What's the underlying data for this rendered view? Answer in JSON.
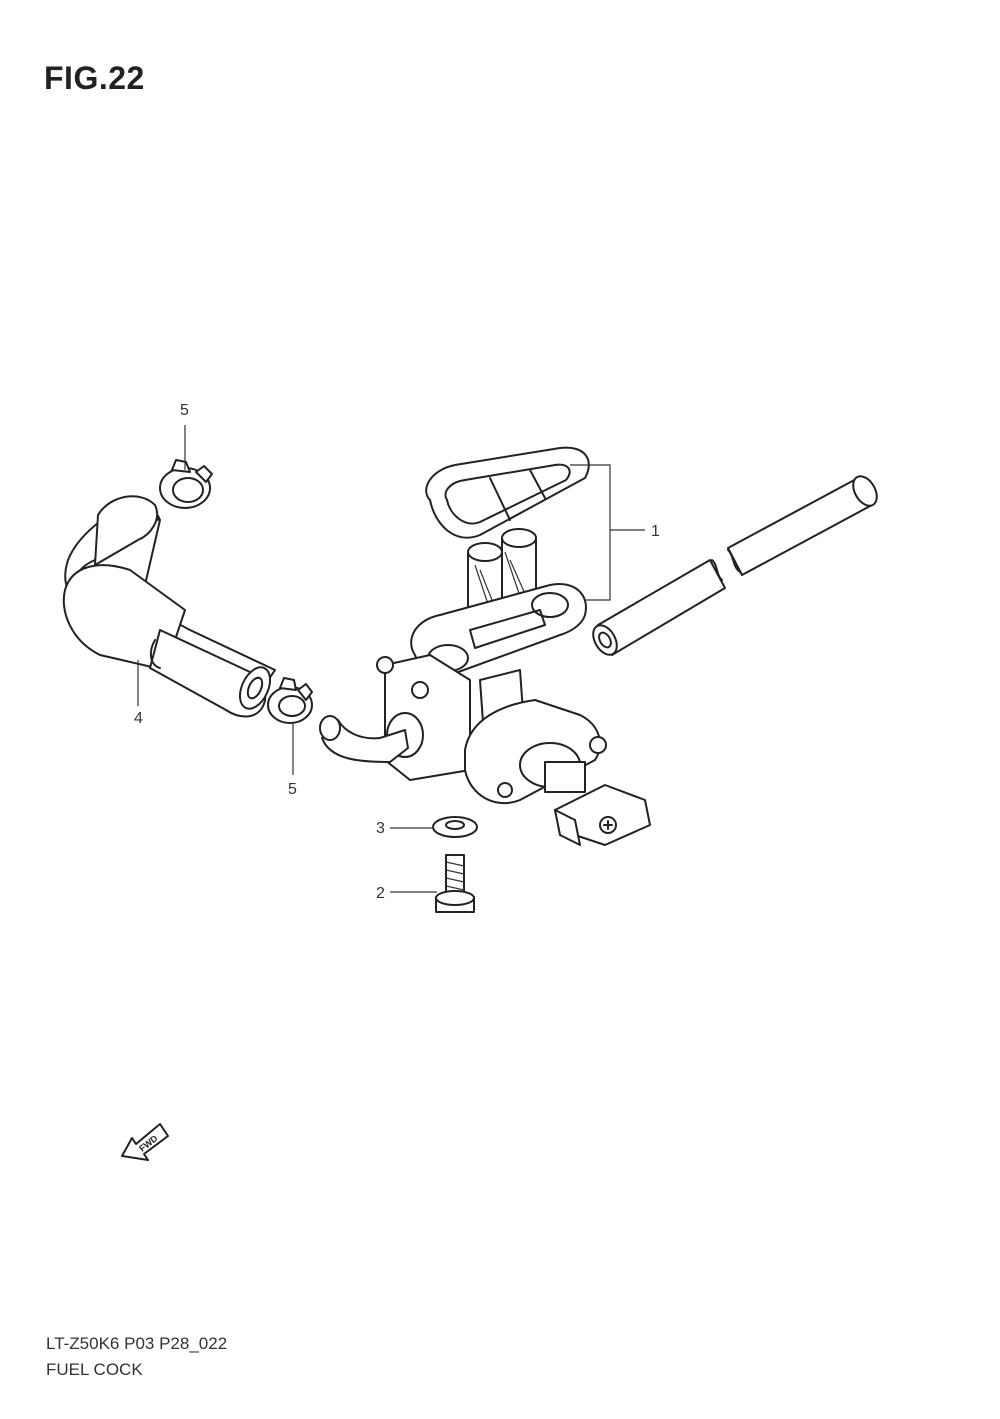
{
  "figure": {
    "title": "FIG.22",
    "code": "LT-Z50K6 P03 P28_022",
    "name": "FUEL COCK"
  },
  "callouts": {
    "c1": "1",
    "c2": "2",
    "c3": "3",
    "c4": "4",
    "c5a": "5",
    "c5b": "5"
  },
  "fwd_label": "FWD"
}
